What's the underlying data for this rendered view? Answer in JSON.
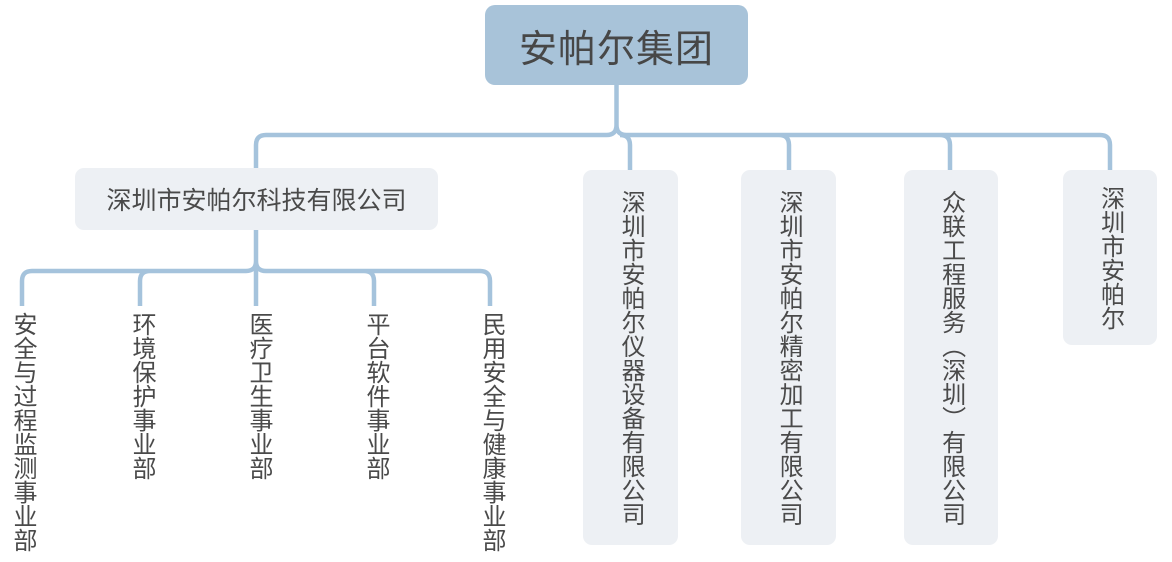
{
  "diagram": {
    "type": "org-chart",
    "root": {
      "label": "安帕尔集团"
    },
    "subsidiaries": [
      {
        "label": "深圳市安帕尔科技有限公司"
      },
      {
        "label": "深圳市安帕尔仪器设备有限公司"
      },
      {
        "label": "深圳市安帕尔精密加工有限公司"
      },
      {
        "label": "众联工程服务（深圳）有限公司"
      },
      {
        "label": "深圳市安帕尔"
      }
    ],
    "departments": [
      {
        "label": "安全与过程监测事业部"
      },
      {
        "label": "环境保护事业部"
      },
      {
        "label": "医疗卫生事业部"
      },
      {
        "label": "平台软件事业部"
      },
      {
        "label": "民用安全与健康事业部"
      }
    ],
    "colors": {
      "root_box": "#a8c3d9",
      "child_box": "#edf0f4",
      "connector": "#a5c3dc",
      "text": "#4a4a4a"
    }
  }
}
